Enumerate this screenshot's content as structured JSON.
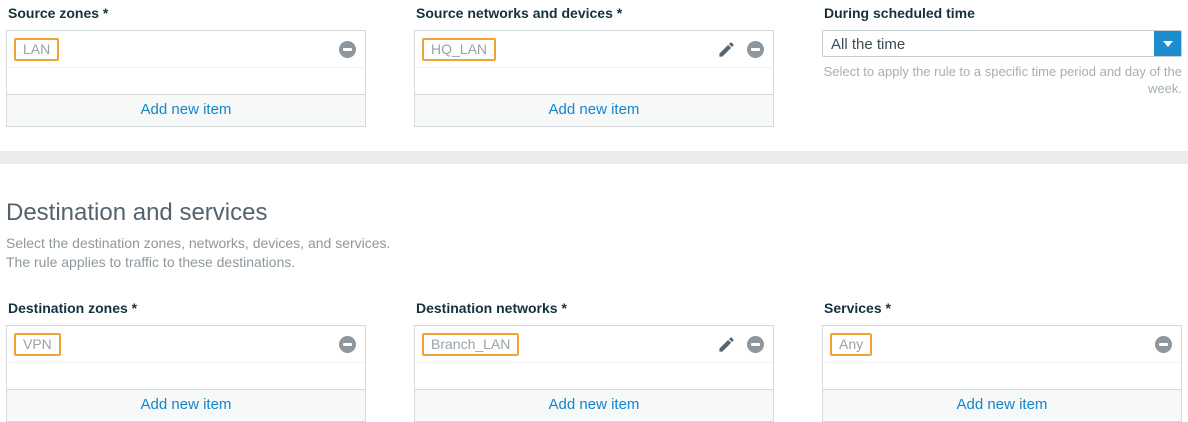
{
  "source_zones": {
    "label": "Source zones *",
    "tag": "LAN",
    "add_label": "Add new item"
  },
  "source_networks": {
    "label": "Source networks and devices *",
    "tag": "HQ_LAN",
    "add_label": "Add new item"
  },
  "schedule": {
    "label": "During scheduled time",
    "value": "All the time",
    "help": "Select to apply the rule to a specific time period and day of the week."
  },
  "destination_section": {
    "title": "Destination and services",
    "line1": "Select the destination zones, networks, devices, and services.",
    "line2": "The rule applies to traffic to these destinations."
  },
  "destination_zones": {
    "label": "Destination zones *",
    "tag": "VPN",
    "add_label": "Add new item"
  },
  "destination_networks": {
    "label": "Destination networks *",
    "tag": "Branch_LAN",
    "add_label": "Add new item"
  },
  "services": {
    "label": "Services *",
    "tag": "Any",
    "add_label": "Add new item"
  },
  "icons": {
    "remove": "minus-circle",
    "edit": "pencil",
    "dropdown": "chevron-down"
  },
  "colors": {
    "accent_blue": "#1387cb",
    "tag_border": "#f0a336",
    "label_dark": "#16313e",
    "divider_gray": "#ececec"
  }
}
